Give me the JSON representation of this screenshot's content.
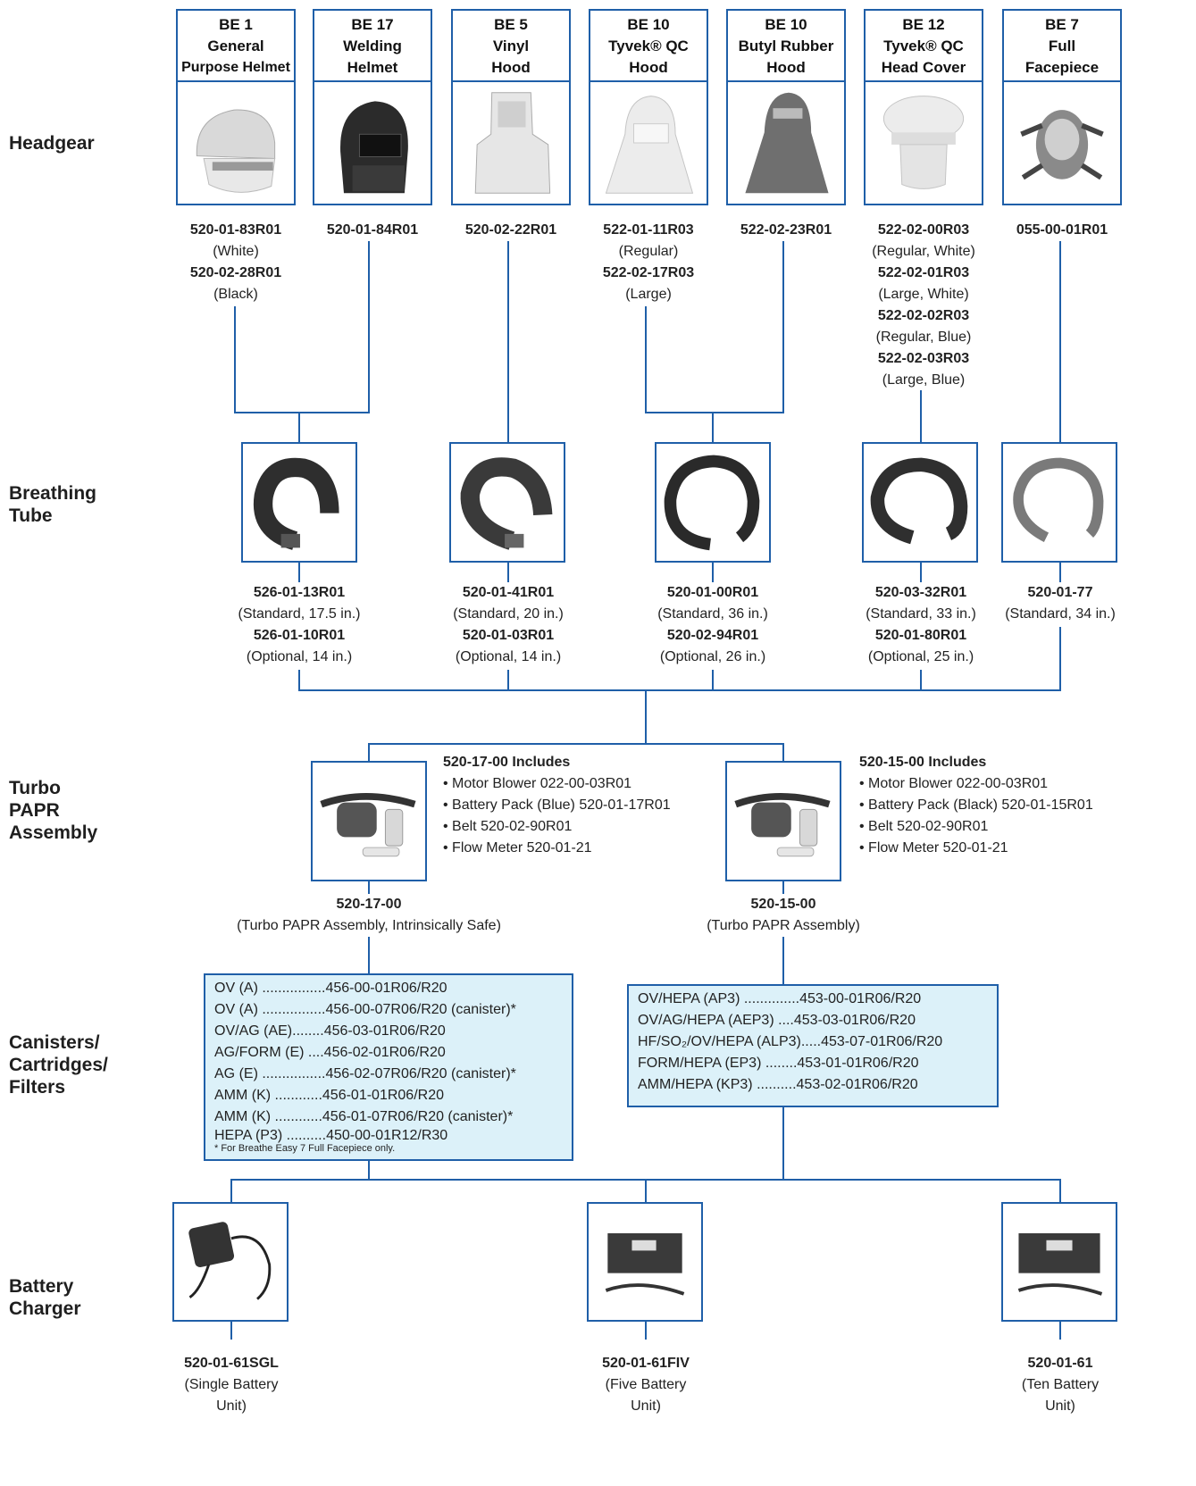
{
  "row_labels": {
    "headgear": "Headgear",
    "breathing_tube": [
      "Breathing",
      "Tube"
    ],
    "turbo": [
      "Turbo",
      "PAPR",
      "Assembly"
    ],
    "canisters": [
      "Canisters/",
      "Cartridges/",
      "Filters"
    ],
    "charger": [
      "Battery",
      "Charger"
    ]
  },
  "headgear": [
    {
      "title": [
        "BE 1",
        "General",
        "Purpose Helmet"
      ],
      "image": "helmet-image",
      "parts": [
        {
          "pn": "520-01-83R01",
          "desc": "(White)"
        },
        {
          "pn": "520-02-28R01",
          "desc": "(Black)"
        }
      ]
    },
    {
      "title": [
        "BE 17",
        "Welding",
        "Helmet"
      ],
      "image": "welding-helmet-image",
      "parts": [
        {
          "pn": "520-01-84R01",
          "desc": ""
        }
      ]
    },
    {
      "title": [
        "BE 5",
        "Vinyl",
        "Hood"
      ],
      "image": "vinyl-hood-image",
      "parts": [
        {
          "pn": "520-02-22R01",
          "desc": ""
        }
      ]
    },
    {
      "title": [
        "BE 10",
        "Tyvek® QC",
        "Hood"
      ],
      "image": "tyvek-hood-image",
      "parts": [
        {
          "pn": "522-01-11R03",
          "desc": "(Regular)"
        },
        {
          "pn": "522-02-17R03",
          "desc": "(Large)"
        }
      ]
    },
    {
      "title": [
        "BE 10",
        "Butyl Rubber",
        "Hood"
      ],
      "image": "butyl-hood-image",
      "parts": [
        {
          "pn": "522-02-23R01",
          "desc": ""
        }
      ]
    },
    {
      "title": [
        "BE 12",
        "Tyvek® QC",
        "Head Cover"
      ],
      "image": "head-cover-image",
      "parts": [
        {
          "pn": "522-02-00R03",
          "desc": "(Regular, White)"
        },
        {
          "pn": "522-02-01R03",
          "desc": "(Large, White)"
        },
        {
          "pn": "522-02-02R03",
          "desc": "(Regular, Blue)"
        },
        {
          "pn": "522-02-03R03",
          "desc": "(Large, Blue)"
        }
      ]
    },
    {
      "title": [
        "BE 7",
        "Full",
        "Facepiece"
      ],
      "image": "facepiece-image",
      "parts": [
        {
          "pn": "055-00-01R01",
          "desc": ""
        }
      ]
    }
  ],
  "tubes": [
    {
      "parts": [
        {
          "pn": "526-01-13R01",
          "desc": "(Standard, 17.5 in.)"
        },
        {
          "pn": "526-01-10R01",
          "desc": "(Optional, 14 in.)"
        }
      ]
    },
    {
      "parts": [
        {
          "pn": "520-01-41R01",
          "desc": "(Standard, 20 in.)"
        },
        {
          "pn": "520-01-03R01",
          "desc": "(Optional, 14 in.)"
        }
      ]
    },
    {
      "parts": [
        {
          "pn": "520-01-00R01",
          "desc": "(Standard, 36 in.)"
        },
        {
          "pn": "520-02-94R01",
          "desc": "(Optional, 26 in.)"
        }
      ]
    },
    {
      "parts": [
        {
          "pn": "520-03-32R01",
          "desc": "(Standard, 33 in.)"
        },
        {
          "pn": "520-01-80R01",
          "desc": "(Optional, 25 in.)"
        }
      ]
    },
    {
      "parts": [
        {
          "pn": "520-01-77",
          "desc": "(Standard, 34 in.)"
        }
      ]
    }
  ],
  "turbo": [
    {
      "includes_title": "520-17-00 Includes",
      "includes": [
        "• Motor Blower 022-00-03R01",
        "• Battery Pack (Blue) 520-01-17R01",
        "• Belt 520-02-90R01",
        "• Flow Meter 520-01-21"
      ],
      "pn": "520-17-00",
      "desc": "(Turbo PAPR Assembly, Intrinsically Safe)"
    },
    {
      "includes_title": "520-15-00 Includes",
      "includes": [
        "• Motor Blower 022-00-03R01",
        "• Battery Pack (Black) 520-01-15R01",
        "• Belt 520-02-90R01",
        "• Flow Meter 520-01-21"
      ],
      "pn": "520-15-00",
      "desc": "(Turbo PAPR Assembly)"
    }
  ],
  "filters_left": [
    "OV (A) ................456-00-01R06/R20",
    "OV (A) ................456-00-07R06/R20 (canister)*",
    "OV/AG (AE)........456-03-01R06/R20",
    "AG/FORM (E) ....456-02-01R06/R20",
    "AG (E) ................456-02-07R06/R20 (canister)*",
    "AMM (K) ............456-01-01R06/R20",
    "AMM (K) ............456-01-07R06/R20 (canister)*",
    "HEPA (P3) ..........450-00-01R12/R30"
  ],
  "filters_left_note": "* For Breathe Easy 7 Full Facepiece only.",
  "filters_right": [
    "OV/HEPA (AP3) ..............453-00-01R06/R20",
    "OV/AG/HEPA (AEP3) ....453-03-01R06/R20",
    "HF/SO₂/OV/HEPA (ALP3).....453-07-01R06/R20",
    "FORM/HEPA (EP3) ........453-01-01R06/R20",
    "AMM/HEPA (KP3) ..........453-02-01R06/R20"
  ],
  "chargers": [
    {
      "pn": "520-01-61SGL",
      "desc": [
        "(Single Battery",
        "Unit)"
      ],
      "image": "single-charger-image"
    },
    {
      "pn": "520-01-61FIV",
      "desc": [
        "(Five Battery",
        "Unit)"
      ],
      "image": "five-charger-image"
    },
    {
      "pn": "520-01-61",
      "desc": [
        "(Ten Battery",
        "Unit)"
      ],
      "image": "ten-charger-image"
    }
  ],
  "colors": {
    "line": "#1f5fa8",
    "box_fill": "#dcf1f9"
  }
}
